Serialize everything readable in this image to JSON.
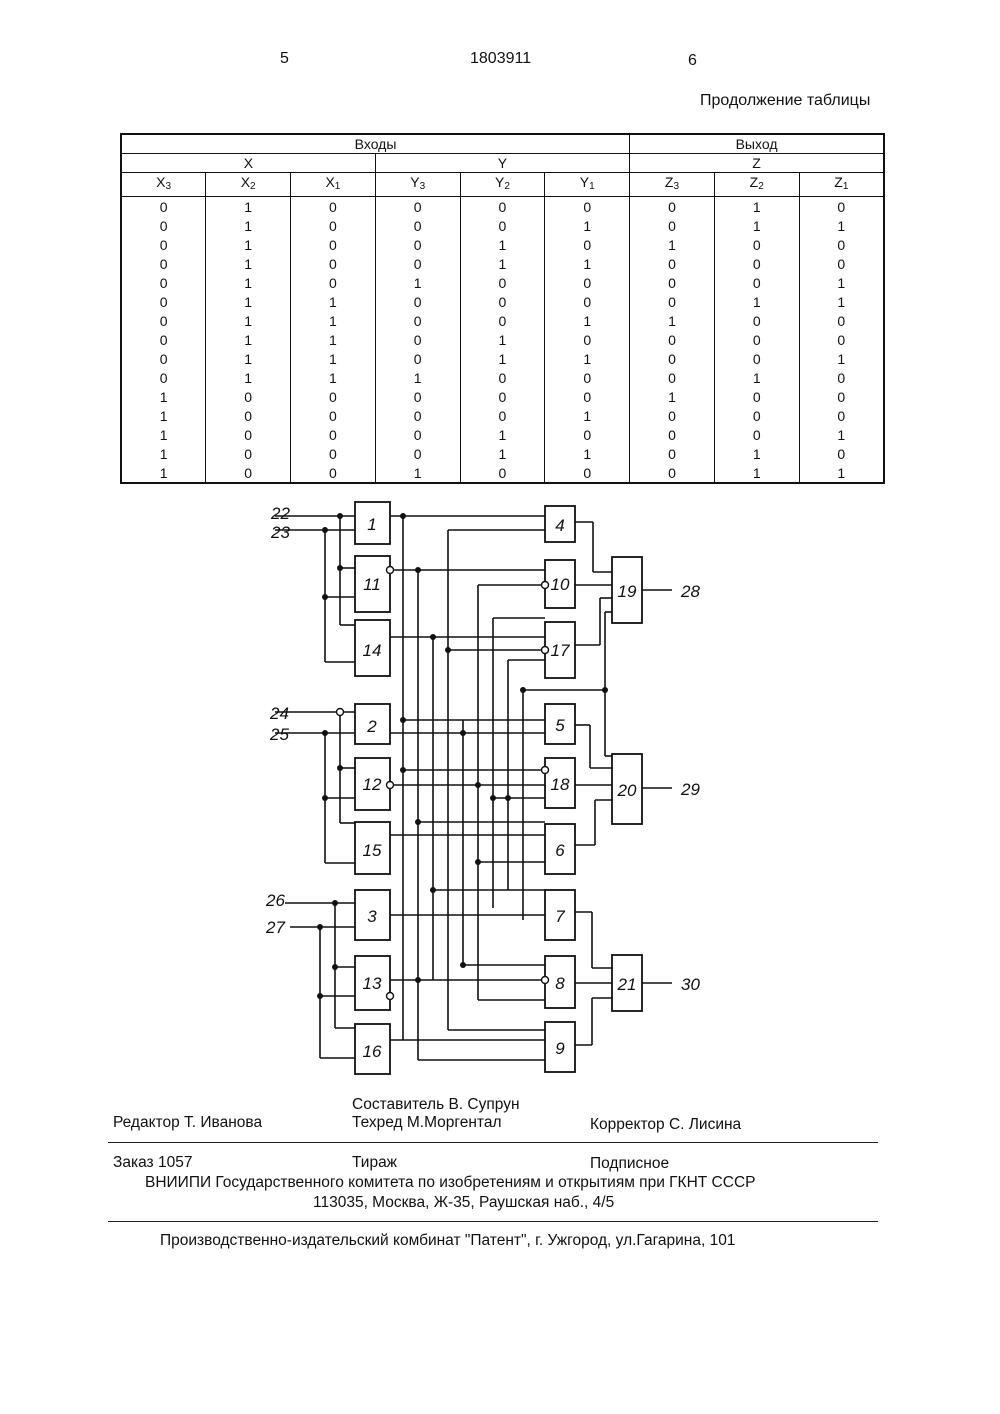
{
  "header": {
    "page_left": "5",
    "patent_number": "1803911",
    "page_right": "6",
    "table_continued": "Продолжение таблицы"
  },
  "table": {
    "group_inputs": "Входы",
    "group_output": "Выход",
    "sub_x": "X",
    "sub_y": "Y",
    "sub_z": "Z",
    "columns": [
      {
        "base": "X",
        "idx": "3"
      },
      {
        "base": "X",
        "idx": "2"
      },
      {
        "base": "X",
        "idx": "1"
      },
      {
        "base": "Y",
        "idx": "3"
      },
      {
        "base": "Y",
        "idx": "2"
      },
      {
        "base": "Y",
        "idx": "1"
      },
      {
        "base": "Z",
        "idx": "3"
      },
      {
        "base": "Z",
        "idx": "2"
      },
      {
        "base": "Z",
        "idx": "1"
      }
    ],
    "rows": [
      [
        "0",
        "1",
        "0",
        "0",
        "0",
        "0",
        "0",
        "1",
        "0"
      ],
      [
        "0",
        "1",
        "0",
        "0",
        "0",
        "1",
        "0",
        "1",
        "1"
      ],
      [
        "0",
        "1",
        "0",
        "0",
        "1",
        "0",
        "1",
        "0",
        "0"
      ],
      [
        "0",
        "1",
        "0",
        "0",
        "1",
        "1",
        "0",
        "0",
        "0"
      ],
      [
        "0",
        "1",
        "0",
        "1",
        "0",
        "0",
        "0",
        "0",
        "1"
      ],
      [
        "0",
        "1",
        "1",
        "0",
        "0",
        "0",
        "0",
        "1",
        "1"
      ],
      [
        "0",
        "1",
        "1",
        "0",
        "0",
        "1",
        "1",
        "0",
        "0"
      ],
      [
        "0",
        "1",
        "1",
        "0",
        "1",
        "0",
        "0",
        "0",
        "0"
      ],
      [
        "0",
        "1",
        "1",
        "0",
        "1",
        "1",
        "0",
        "0",
        "1"
      ],
      [
        "0",
        "1",
        "1",
        "1",
        "0",
        "0",
        "0",
        "1",
        "0"
      ],
      [
        "1",
        "0",
        "0",
        "0",
        "0",
        "0",
        "1",
        "0",
        "0"
      ],
      [
        "1",
        "0",
        "0",
        "0",
        "0",
        "1",
        "0",
        "0",
        "0"
      ],
      [
        "1",
        "0",
        "0",
        "0",
        "1",
        "0",
        "0",
        "0",
        "1"
      ],
      [
        "1",
        "0",
        "0",
        "0",
        "1",
        "1",
        "0",
        "1",
        "0"
      ],
      [
        "1",
        "0",
        "0",
        "1",
        "0",
        "0",
        "0",
        "1",
        "1"
      ]
    ]
  },
  "diagram": {
    "inputs": [
      "22",
      "23",
      "24",
      "25",
      "26",
      "27"
    ],
    "outputs": [
      "28",
      "29",
      "30"
    ],
    "blocks": [
      "1",
      "2",
      "3",
      "4",
      "5",
      "6",
      "7",
      "8",
      "9",
      "10",
      "11",
      "12",
      "13",
      "14",
      "15",
      "16",
      "17",
      "18",
      "19",
      "20",
      "21"
    ]
  },
  "imprint": {
    "editor": "Редактор  Т. Иванова",
    "compiler": "Составитель  В. Супрун",
    "techred": "Техред М.Моргентал",
    "corrector": "Корректор  С. Лисина",
    "order": "Заказ  1057",
    "circulation": "Тираж",
    "subscription": "Подписное",
    "institute": "ВНИИПИ Государственного комитета по изобретениям и открытиям при ГКНТ СССР",
    "address": "113035, Москва, Ж-35, Раушская наб., 4/5",
    "publisher": "Производственно-издательский комбинат \"Патент\", г. Ужгород, ул.Гагарина, 101"
  }
}
